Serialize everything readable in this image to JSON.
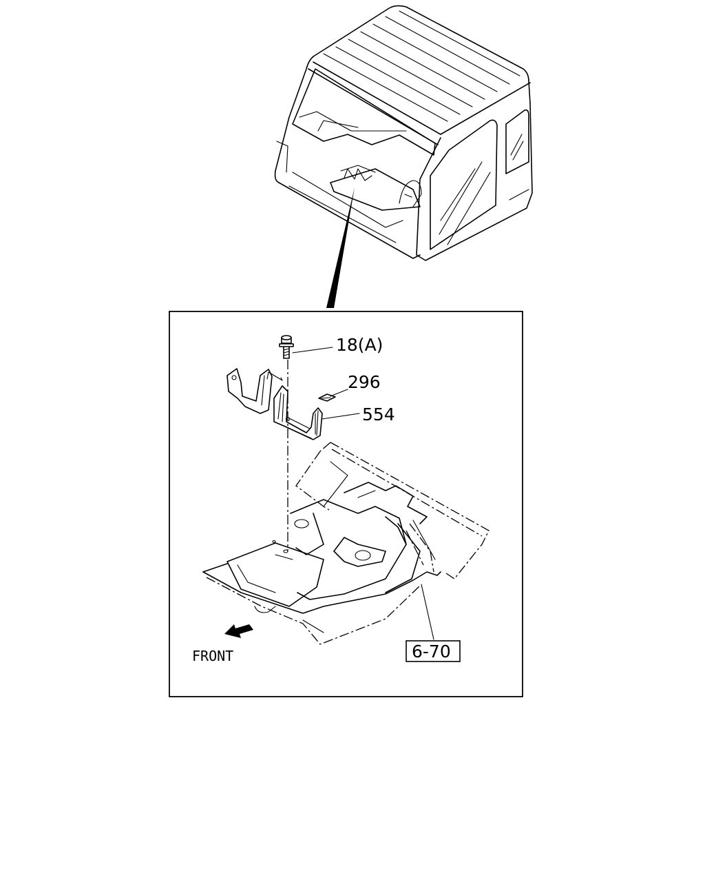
{
  "callouts": {
    "bolt": "18(A)",
    "nut": "296",
    "bracket": "554",
    "floor_ref": "6-70",
    "direction": "FRONT"
  }
}
